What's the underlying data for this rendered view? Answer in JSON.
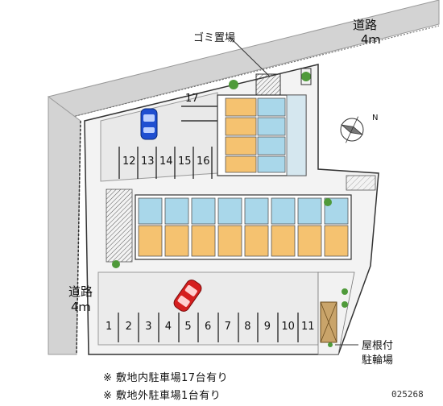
{
  "roads": {
    "top": {
      "name": "道路",
      "width": "4ｍ"
    },
    "left": {
      "name": "道路",
      "width": "4ｍ"
    }
  },
  "labels": {
    "garbage": "ゴミ置場",
    "bike_parking_line1": "屋根付",
    "bike_parking_line2": "駐輪場"
  },
  "parking": {
    "spot_17": "17",
    "upper_row": [
      "12",
      "13",
      "14",
      "15",
      "16"
    ],
    "lower_row": [
      "1",
      "2",
      "3",
      "4",
      "5",
      "6",
      "7",
      "8",
      "9",
      "10",
      "11"
    ]
  },
  "notes": [
    "※ 敷地内駐車場17台有り",
    "※ 敷地外駐車場1台有り"
  ],
  "property_code": "025268",
  "compass": {
    "north_label": "N"
  },
  "colors": {
    "road": "#c8c8c8",
    "lot": "#ededed",
    "unit_orange": "#f5c270",
    "unit_blue": "#a9d7ea",
    "car_blue": "#1f4fd1",
    "car_red": "#d51f1f",
    "bike_shed": "#c9a46a",
    "plant": "#4f9a3a"
  }
}
